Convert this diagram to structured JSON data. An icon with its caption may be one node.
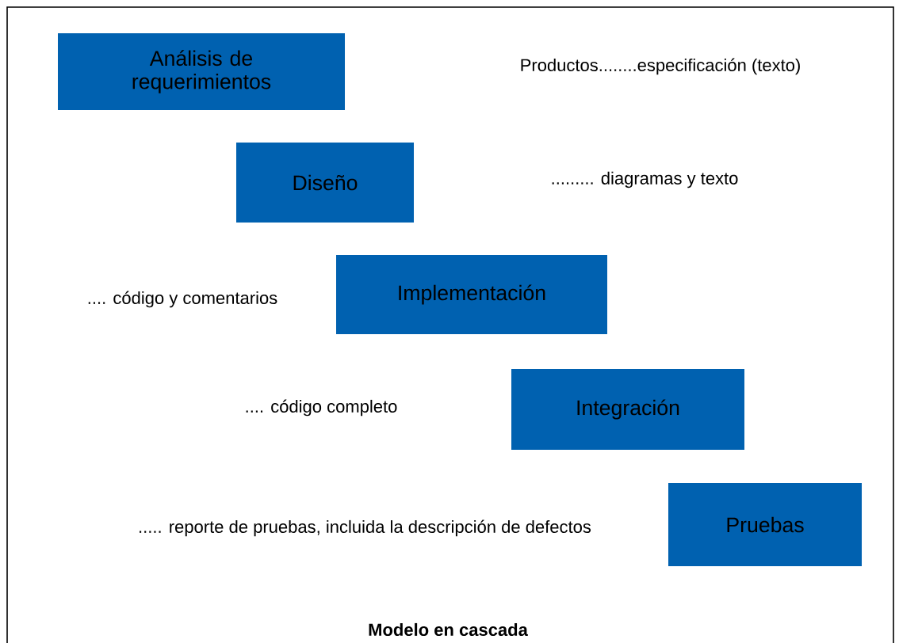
{
  "diagram": {
    "caption": "Modelo en cascada",
    "nodes": [
      {
        "text": [
          "Análisis de requerimientos"
        ]
      },
      {
        "text": [
          "Diseño"
        ]
      },
      {
        "text": [
          "Implementación"
        ]
      },
      {
        "text": [
          "Integración"
        ]
      },
      {
        "text": [
          "Pruebas"
        ]
      }
    ],
    "labels": [
      "Productos........especificación (texto)",
      "......... diagramas y texto",
      ".... código y comentarios",
      ".... código completo",
      ".....  reporte de pruebas, incluida la descripción de defectos"
    ]
  }
}
